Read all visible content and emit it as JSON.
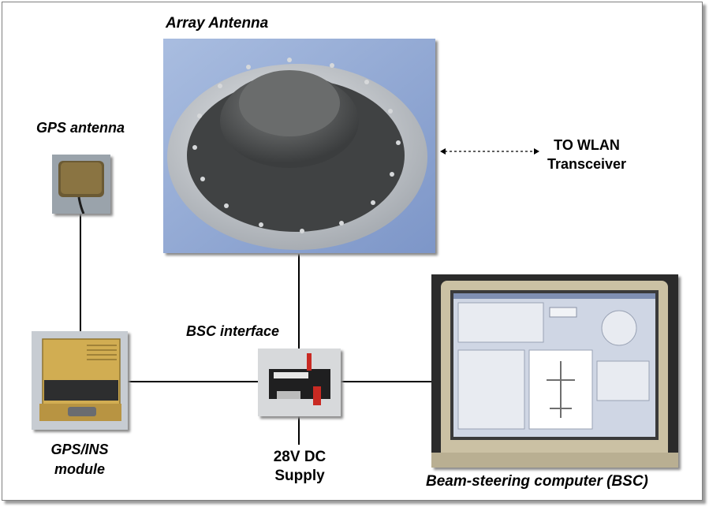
{
  "labels": {
    "array_antenna": "Array Antenna",
    "gps_antenna": "GPS antenna",
    "gps_ins_line1": "GPS/INS",
    "gps_ins_line2": "module",
    "bsc_interface": "BSC interface",
    "supply_line1": "28V DC",
    "supply_line2": "Supply",
    "bsc_computer": "Beam-steering computer (BSC)",
    "wlan_line1": "TO WLAN",
    "wlan_line2": "Transceiver"
  },
  "colors": {
    "line": "#000000",
    "frame_border": "#7f7f7f",
    "antenna_backdrop": "#8fa6d4",
    "module_gold": "#c9a44a",
    "laptop_case": "#c9bfa2"
  },
  "icons": {
    "array_antenna": "dish-antenna-photo",
    "gps_antenna": "gps-puck-photo",
    "gps_ins_module": "gold-module-photo",
    "bsc_interface": "interface-box-photo",
    "bsc_computer": "laptop-photo"
  }
}
